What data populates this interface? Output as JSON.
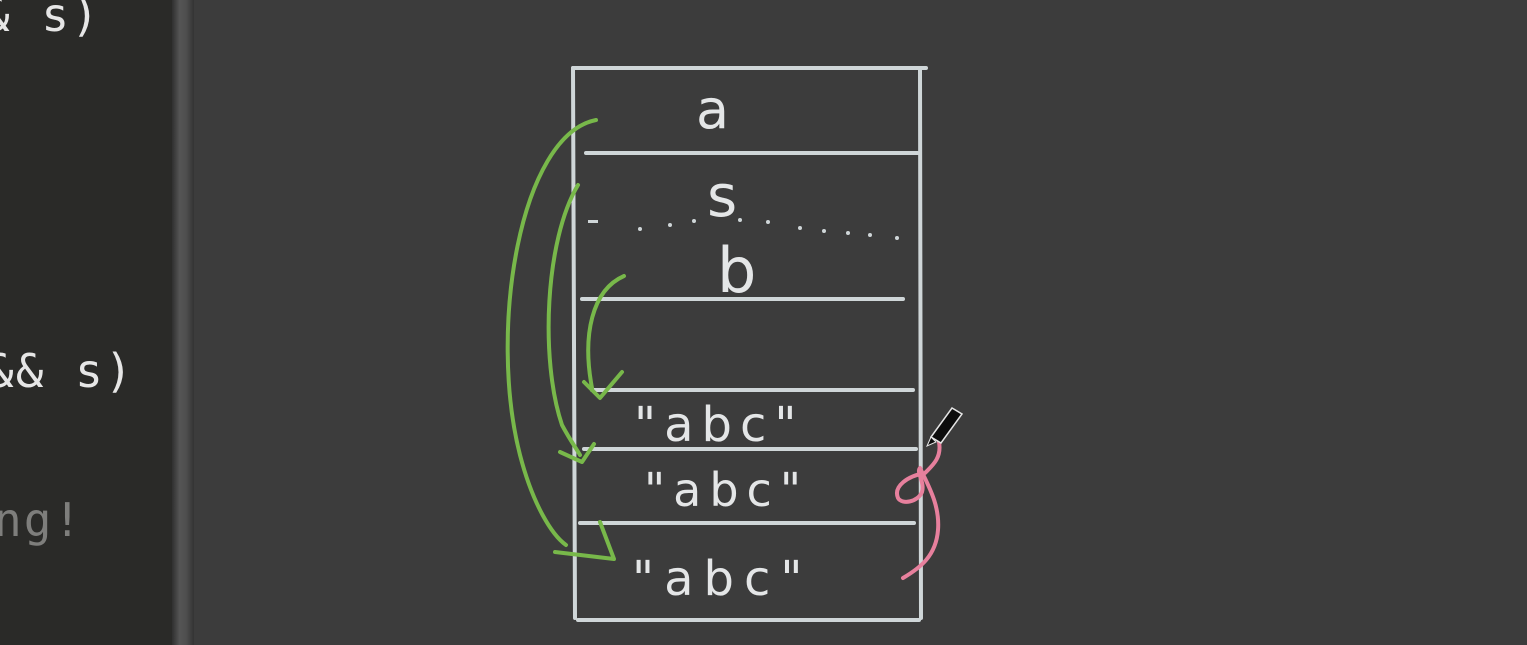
{
  "code_pane": {
    "lines": [
      "& s)",
      "&& s)",
      "ng!"
    ]
  },
  "drawing": {
    "cells": [
      "a",
      "s",
      "b",
      "\"abc\"",
      "\"abc\"",
      "\"abc\""
    ],
    "colors": {
      "box": "#cfd6d8",
      "arrows": "#78b84a",
      "highlight": "#e7809d",
      "background": "#3c3c3c",
      "editor": "#2a2a28"
    }
  },
  "cursor": {
    "icon": "pen-cursor-icon"
  }
}
